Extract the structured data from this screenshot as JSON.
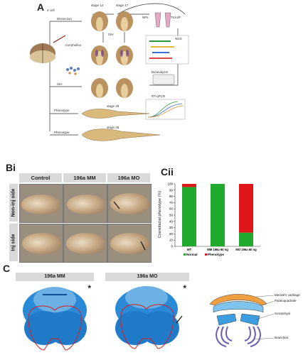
{
  "panelA": {
    "label": "A",
    "cell_label": "4 cell",
    "stage14": "stage 14",
    "stage17": "stage 17",
    "dissection": "Dissection",
    "morpholino": "morpholino",
    "ish": "ISH",
    "ish_mid": "ISH",
    "phenotype1": "Phenotype",
    "phenotype2": "Phenotype",
    "stage28": "stage 28",
    "stage45": "stage 45",
    "ngs": "NGS",
    "bioanalyzer": "Bioanalyzer",
    "rtqpcr": "RT-qPCR",
    "trizol": "Trizol®",
    "nps": "NPs"
  },
  "panelB": {
    "label": "Bi",
    "col_headers": [
      "Control",
      "196a MM",
      "196a MO"
    ],
    "row_headers": [
      "Non-inj side",
      "Inj side"
    ]
  },
  "panelCii": {
    "label": "Cii"
  },
  "chart_data": {
    "type": "bar",
    "stacked": true,
    "categories": [
      "WT",
      "MM 196a 60 ng",
      "MO 196a 60 ng"
    ],
    "series": [
      {
        "name": "Normal",
        "values": [
          95,
          100,
          22
        ],
        "color": "#1faa2e"
      },
      {
        "name": "Phenotype",
        "values": [
          5,
          0,
          78
        ],
        "color": "#e0161b"
      }
    ],
    "ylabel": "Craniofacial phenotype (%)",
    "ylim": [
      0,
      100
    ],
    "yticks": [
      0,
      10,
      20,
      30,
      40,
      50,
      60,
      70,
      80,
      90,
      100
    ],
    "legend": "bottom"
  },
  "panelC": {
    "label": "C",
    "headers": [
      "196a MM",
      "196a MO"
    ],
    "asterisk": "*",
    "diagram_labels": [
      "Meckel's cartilage",
      "Palatoquadrate",
      "Ceratohyal",
      "Branchial"
    ]
  },
  "colors": {
    "cartilage_blue": "#1f86d6",
    "normal_green": "#1faa2e",
    "phenotype_red": "#e0161b",
    "header_grey": "#d9d9d9"
  }
}
